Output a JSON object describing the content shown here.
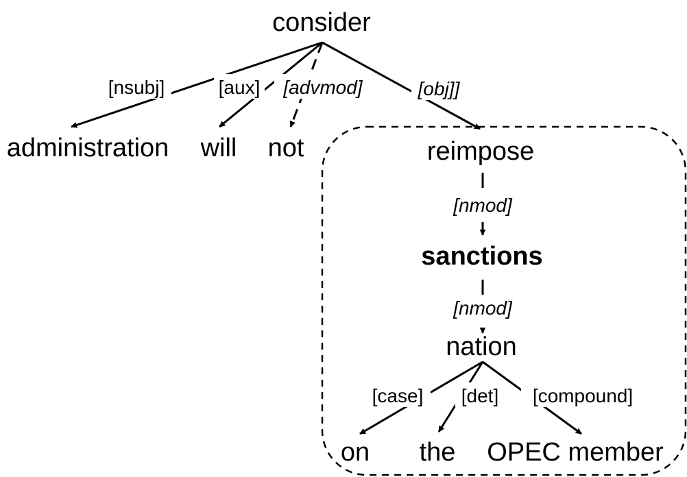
{
  "words": {
    "consider": "consider",
    "administration": "administration",
    "will": "will",
    "not": "not",
    "reimpose": "reimpose",
    "sanctions": "sanctions",
    "nation": "nation",
    "on": "on",
    "the": "the",
    "opec_member": "OPEC member"
  },
  "relations": {
    "nsubj": "[nsubj]",
    "aux": "[aux]",
    "advmod": "[advmod]",
    "obj": "[obj]]",
    "nmod_1": "[nmod]",
    "nmod_2": "[nmod]",
    "case": "[case]",
    "det": "[det]",
    "compound": "[compound]"
  }
}
